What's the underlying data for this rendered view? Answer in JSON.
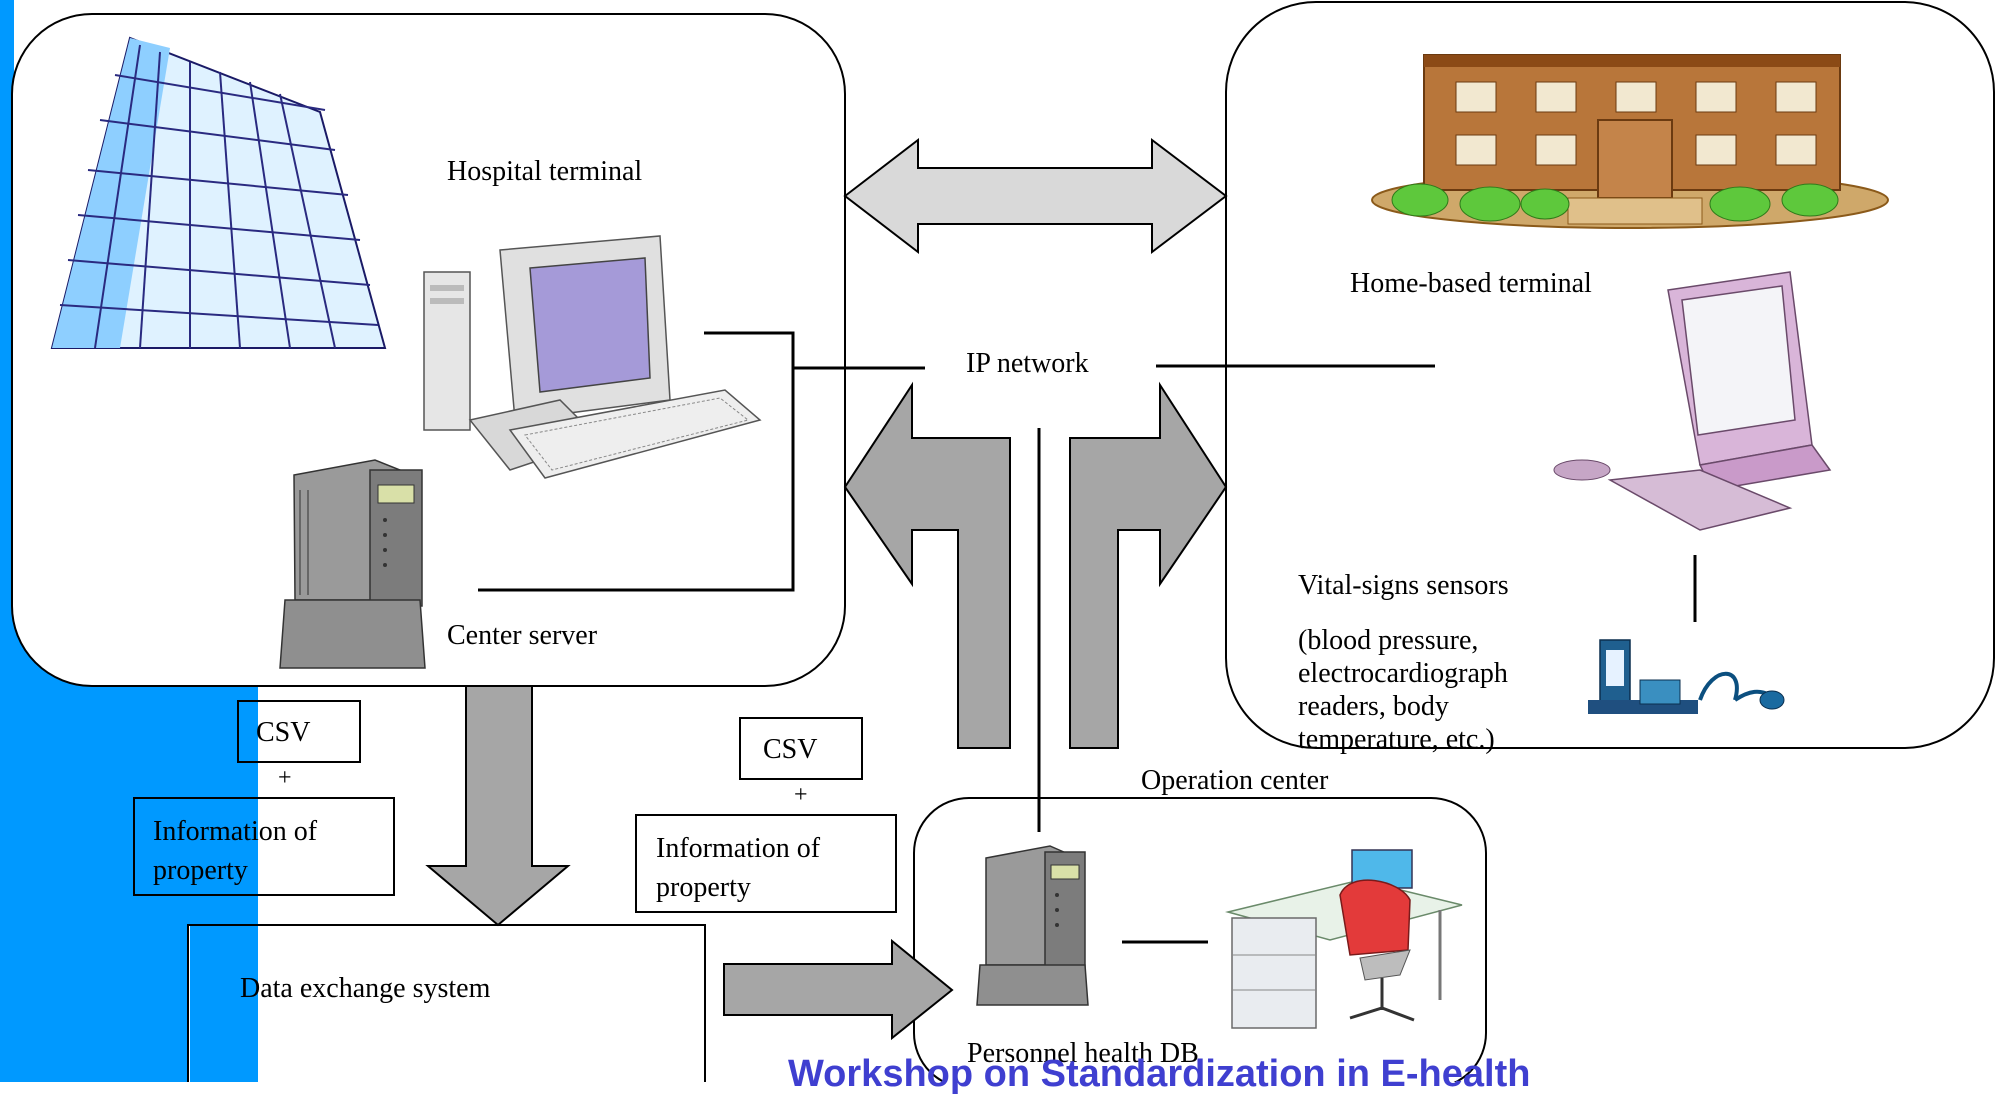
{
  "labels": {
    "hospital_terminal": "Hospital terminal",
    "center_server": "Center server",
    "home_terminal": "Home-based terminal",
    "ip_network": "IP network",
    "vital_signs_title": "Vital-signs sensors",
    "vital_signs_detail": "(blood pressure, electrocardiograph readers, body temperature, etc.)",
    "operation_center": "Operation center",
    "personnel_db": "Personnel health DB",
    "data_exchange": "Data exchange system",
    "csv_left": "CSV",
    "plus_left": "+",
    "info_left": "Information of property",
    "csv_mid": "CSV",
    "plus_mid": "+",
    "info_mid": "Information of property"
  },
  "footer": "Workshop on Standardization in E-health",
  "colors": {
    "accent_bar": "#0099ff",
    "arrow_gray": "#a6a6a6",
    "arrow_light": "#d9d9d9",
    "footer_text": "#3f3fd0"
  },
  "icons": [
    "office-building-icon",
    "desktop-computer-icon",
    "server-tower-icon",
    "house-building-icon",
    "all-in-one-pc-icon",
    "blood-pressure-sensor-icon",
    "office-desk-icon"
  ]
}
